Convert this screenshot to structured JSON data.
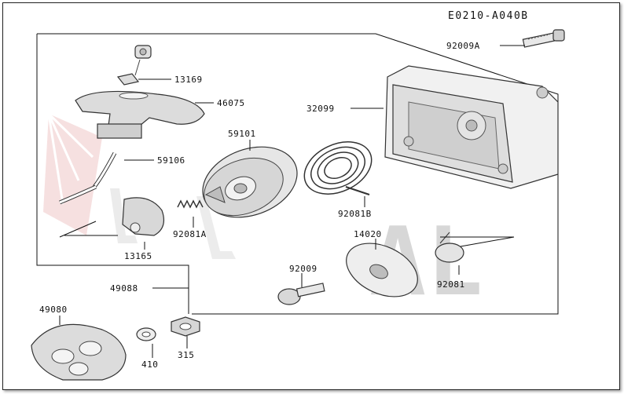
{
  "diagram": {
    "code": "E0210-A040B",
    "parts": [
      {
        "id": "p92009A",
        "label": "92009A"
      },
      {
        "id": "p13169",
        "label": "13169"
      },
      {
        "id": "p46075",
        "label": "46075"
      },
      {
        "id": "p32099",
        "label": "32099"
      },
      {
        "id": "p59101",
        "label": "59101"
      },
      {
        "id": "p59106",
        "label": "59106"
      },
      {
        "id": "p92081B",
        "label": "92081B"
      },
      {
        "id": "p92081A",
        "label": "92081A"
      },
      {
        "id": "p14020",
        "label": "14020"
      },
      {
        "id": "p13165",
        "label": "13165"
      },
      {
        "id": "p92009",
        "label": "92009"
      },
      {
        "id": "p92081",
        "label": "92081"
      },
      {
        "id": "p49088",
        "label": "49088"
      },
      {
        "id": "p49080",
        "label": "49080"
      },
      {
        "id": "p410",
        "label": "410"
      },
      {
        "id": "p315",
        "label": "315"
      }
    ]
  },
  "watermark": {
    "text": "AL"
  }
}
